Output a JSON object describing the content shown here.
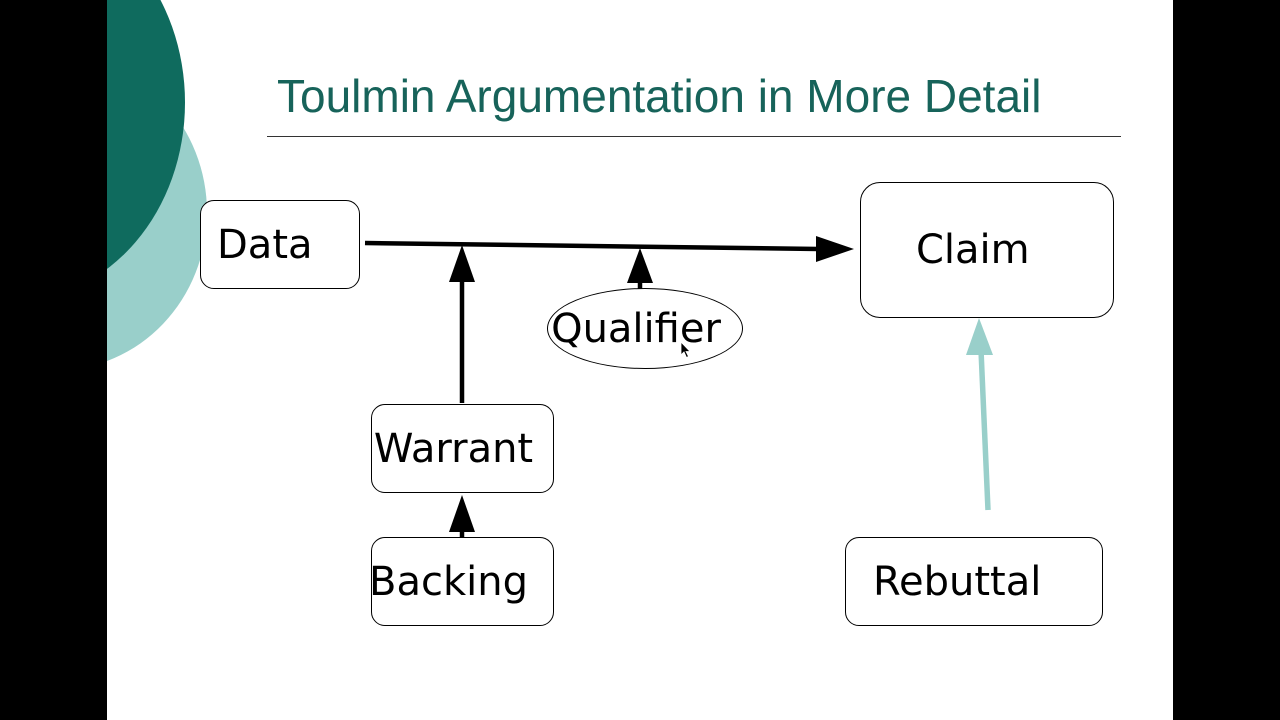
{
  "slide": {
    "title": "Toulmin Argumentation in More Detail",
    "colors": {
      "title": "#17635a",
      "accent_dark": "#0f6b5e",
      "accent_light": "#99cfca",
      "rebuttal_arrow": "#99cfca",
      "frame": "#000000",
      "background": "#ffffff"
    }
  },
  "diagram": {
    "nodes": {
      "data": "Data",
      "claim": "Claim",
      "qualifier": "Qualifier",
      "warrant": "Warrant",
      "backing": "Backing",
      "rebuttal": "Rebuttal"
    },
    "edges": [
      {
        "from": "Data",
        "to": "Claim"
      },
      {
        "from": "Warrant",
        "to": "Data-Claim link"
      },
      {
        "from": "Qualifier",
        "to": "Data-Claim link"
      },
      {
        "from": "Backing",
        "to": "Warrant"
      },
      {
        "from": "Rebuttal",
        "to": "Claim"
      }
    ]
  },
  "icons": {
    "cursor": "mouse-pointer-icon"
  }
}
